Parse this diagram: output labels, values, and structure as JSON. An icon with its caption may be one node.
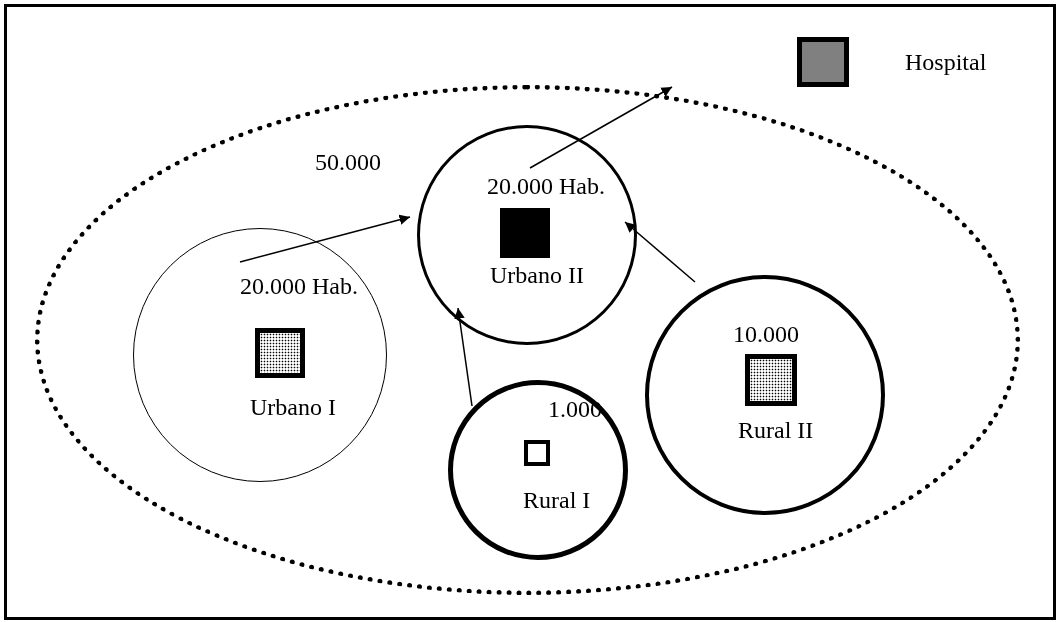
{
  "diagram": {
    "nodes": [
      {
        "text": [
          "50.000"
        ]
      },
      {
        "text": [
          "20.000 Hab.",
          "Urbano I"
        ],
        "in": 0
      },
      {
        "text": [
          "20.000 Hab.",
          "Urbano II"
        ],
        "in": 0
      },
      {
        "text": [
          "1.000",
          "Rural I"
        ],
        "in": 0
      },
      {
        "text": [
          "10.000",
          "Rural II"
        ],
        "in": 0
      }
    ],
    "edges": [
      {
        "from": 1,
        "to": 2,
        "arrow": "to"
      },
      {
        "from": 3,
        "to": 2,
        "arrow": "to"
      },
      {
        "from": 4,
        "to": 2,
        "arrow": "to"
      },
      {
        "from": 2,
        "to": 0,
        "arrow": "to"
      }
    ],
    "legend": [
      {
        "text": "Hospital",
        "color": "#808080"
      }
    ]
  }
}
